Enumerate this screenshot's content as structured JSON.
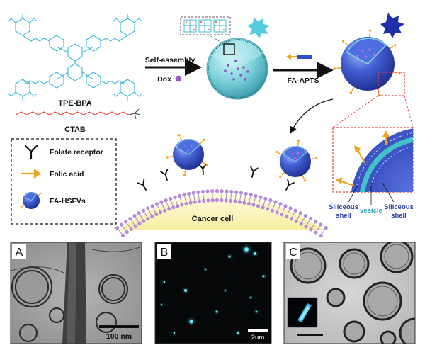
{
  "scheme": {
    "tpe_label": "TPE-BPA",
    "ctab_label": "CTAB",
    "self_assembly_label": "Self-assembly",
    "dox_label": "Dox",
    "fa_apts_label": "FA-APTS",
    "cancer_cell_label": "Cancer cell",
    "siliceous_shell_left": [
      "Siliceous",
      "shell"
    ],
    "vesicle_label": "vesicle",
    "siliceous_shell_right": [
      "Siliceous",
      "shell"
    ]
  },
  "legend": {
    "items": [
      {
        "icon": "folate-receptor-icon",
        "label": "Folate receptor"
      },
      {
        "icon": "folic-acid-icon",
        "label": "Folic acid"
      },
      {
        "icon": "fa-hsfv-icon",
        "label": "FA-HSFVs"
      }
    ]
  },
  "panels": {
    "a": {
      "letter": "A",
      "scalebar": "100 nm"
    },
    "b": {
      "letter": "B",
      "scalebar": "2um"
    },
    "c": {
      "letter": "C"
    }
  },
  "colors": {
    "molecule": "#35b8d6",
    "ctab": "#e0473f",
    "sphere_cyan": "#7fd3dc",
    "sphere_blue": "#3a55c8",
    "membrane": "#b58ad8",
    "cell": "#fbf4b8",
    "folic_acid": "#f0a21a",
    "dashed_red": "#e04848",
    "label_blue": "#2c3fa0"
  }
}
